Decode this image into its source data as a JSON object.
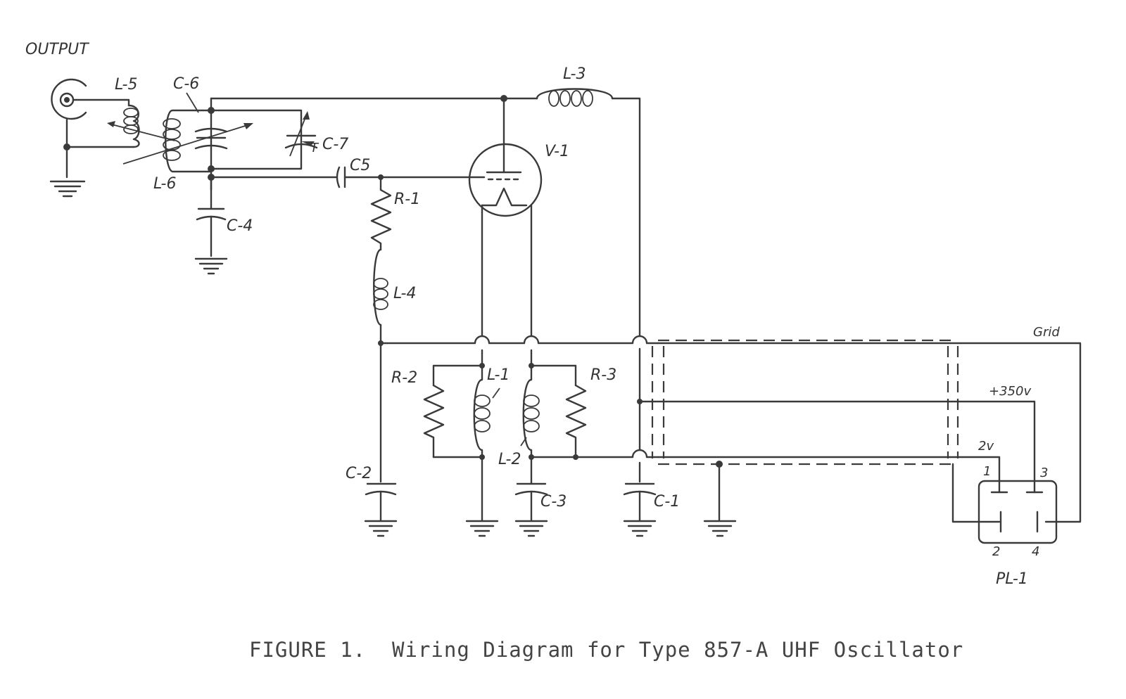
{
  "figure": {
    "caption": "FIGURE 1.  Wiring Diagram for Type 857-A UHF Oscillator"
  },
  "labels": {
    "output": "OUTPUT",
    "l5": "L-5",
    "c6": "C-6",
    "l6": "L-6",
    "c7": "C-7",
    "c7_trim": "T",
    "c5": "C5",
    "c4": "C-4",
    "l3": "L-3",
    "v1": "V-1",
    "r1": "R-1",
    "l4": "L-4",
    "r2": "R-2",
    "l1": "L-1",
    "l2": "L-2",
    "r3": "R-3",
    "c2": "C-2",
    "c3": "C-3",
    "c1": "C-1",
    "grid": "Grid",
    "plus350": "+350v",
    "v2": "2v",
    "pin1": "1",
    "pin2": "2",
    "pin3": "3",
    "pin4": "4",
    "pl1": "PL-1"
  }
}
